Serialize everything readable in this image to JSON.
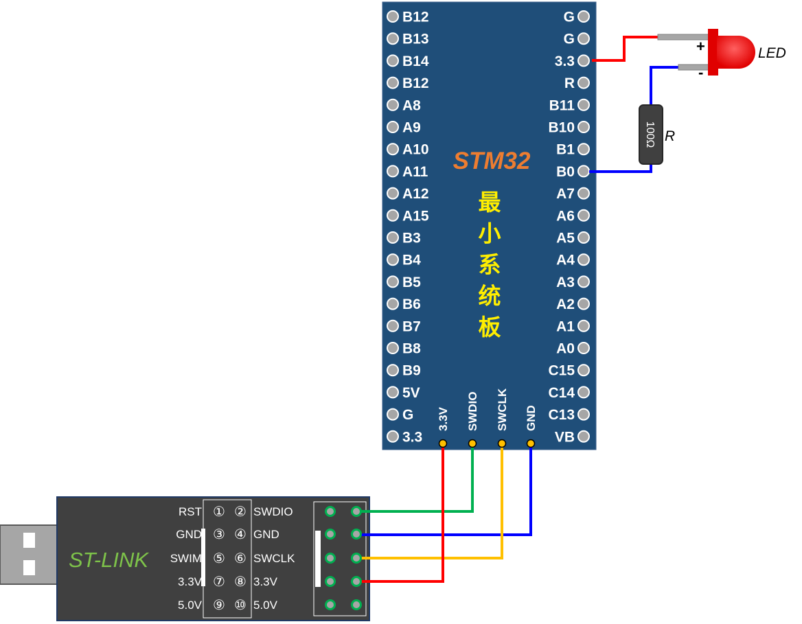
{
  "board": {
    "title": "STM32",
    "subtitle_chars": [
      "最",
      "小",
      "系",
      "统",
      "板"
    ],
    "left_pins": [
      "B12",
      "B13",
      "B14",
      "B12",
      "A8",
      "A9",
      "A10",
      "A11",
      "A12",
      "A15",
      "B3",
      "B4",
      "B5",
      "B6",
      "B7",
      "B8",
      "B9",
      "5V",
      "G",
      "3.3"
    ],
    "right_pins": [
      "G",
      "G",
      "3.3",
      "R",
      "B11",
      "B10",
      "B1",
      "B0",
      "A7",
      "A6",
      "A5",
      "A4",
      "A3",
      "A2",
      "A1",
      "A0",
      "C15",
      "C14",
      "C13",
      "VB"
    ],
    "debug_pins": [
      "3.3V",
      "SWDIO",
      "SWCLK",
      "GND"
    ]
  },
  "led": {
    "label": "LED",
    "plus": "+",
    "minus": "-"
  },
  "resistor": {
    "label": "R",
    "value": "100Ω"
  },
  "stlink": {
    "brand": "ST-LINK",
    "left_labels": [
      "RST",
      "GND",
      "SWIM",
      "3.3V",
      "5.0V"
    ],
    "pin_numbers": [
      [
        "①",
        "②"
      ],
      [
        "③",
        "④"
      ],
      [
        "⑤",
        "⑥"
      ],
      [
        "⑦",
        "⑧"
      ],
      [
        "⑨",
        "⑩"
      ]
    ],
    "right_labels": [
      "SWDIO",
      "GND",
      "SWCLK",
      "3.3V",
      "5.0V"
    ]
  },
  "colors": {
    "board": "#1f4e79",
    "stlink_body": "#404040",
    "brand": "#7ec34a",
    "title": "#ed7d31",
    "wire_red": "#ff0000",
    "wire_blue": "#0000ff",
    "wire_green": "#00b050",
    "wire_yellow": "#ffc000"
  }
}
